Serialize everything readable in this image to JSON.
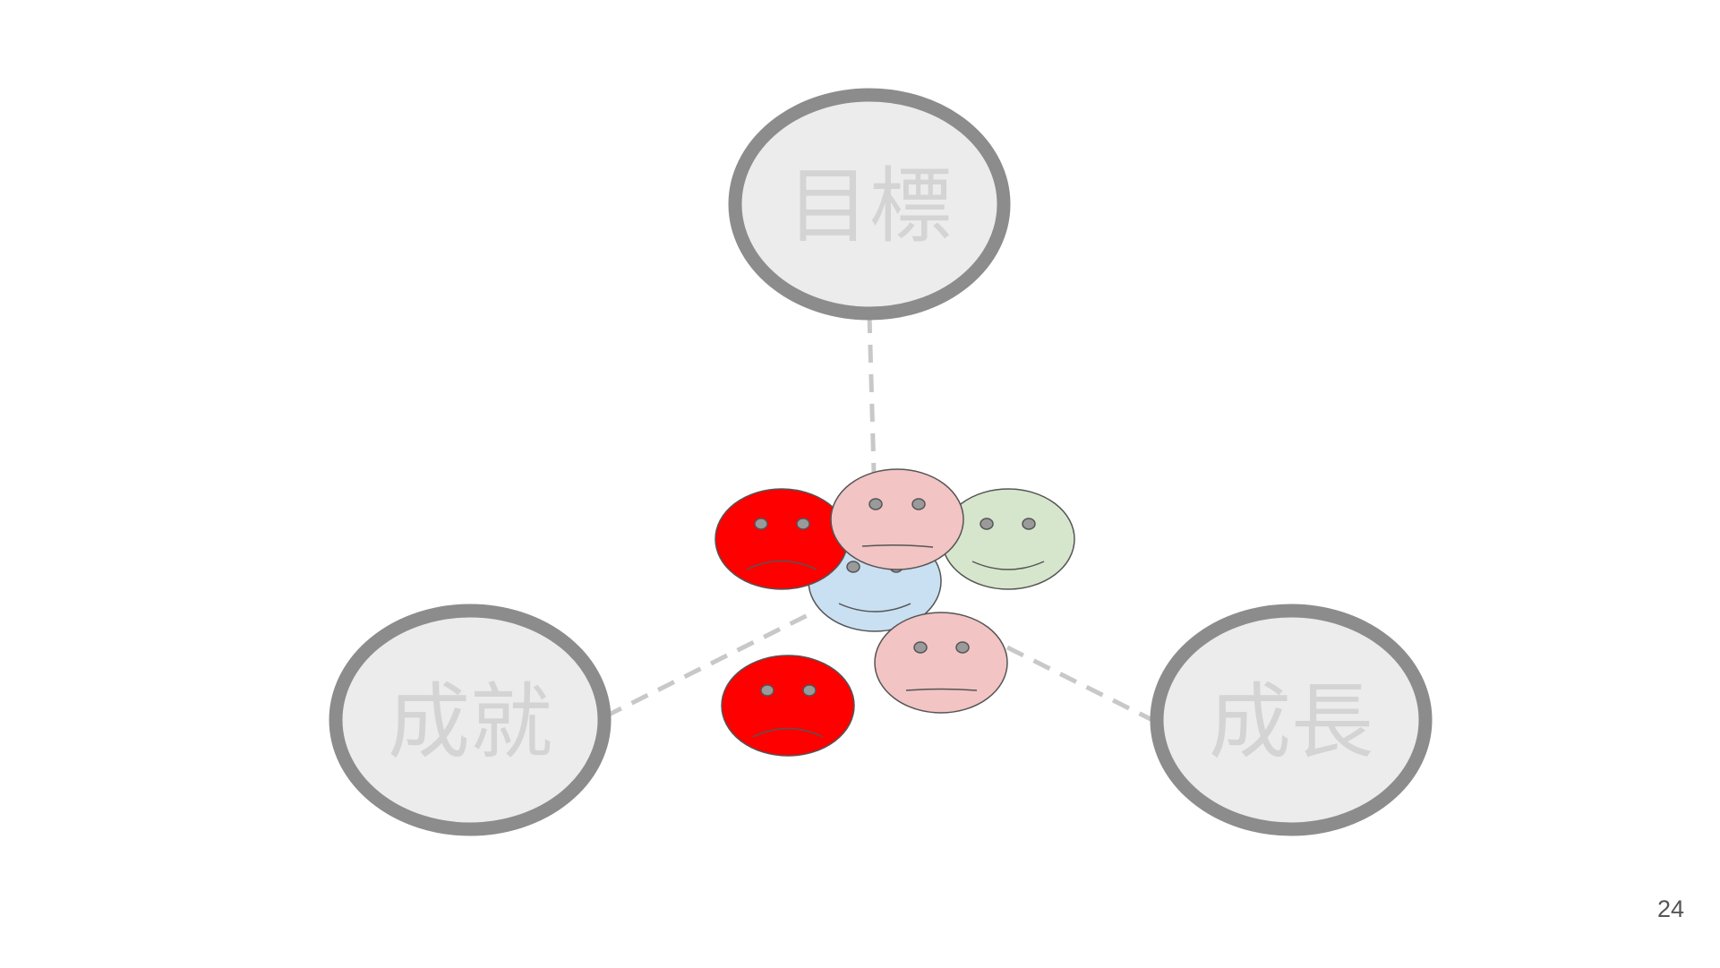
{
  "nodes": {
    "goal": {
      "label": "目標"
    },
    "achievement": {
      "label": "成就"
    },
    "growth": {
      "label": "成長"
    }
  },
  "colors": {
    "node_fill": "#ececec",
    "node_stroke": "#8c8c8c",
    "node_text": "#d4d4d4",
    "connector": "#c8c8c8",
    "face_red": "#ff0000",
    "face_pink": "#f2c4c4",
    "face_green": "#d6e6cc",
    "face_blue": "#c9dff2",
    "face_outline": "#555555"
  },
  "faces": [
    {
      "name": "sad-face-red-icon",
      "expression": "sad",
      "color": "face_red"
    },
    {
      "name": "happy-face-blue-icon",
      "expression": "happy",
      "color": "face_blue"
    },
    {
      "name": "happy-face-green-icon",
      "expression": "happy",
      "color": "face_green"
    },
    {
      "name": "neutral-face-pink-icon",
      "expression": "neutral",
      "color": "face_pink"
    },
    {
      "name": "neutral-face-pink-icon",
      "expression": "neutral",
      "color": "face_pink"
    },
    {
      "name": "sad-face-red-icon",
      "expression": "sad",
      "color": "face_red"
    }
  ],
  "page_number": "24"
}
